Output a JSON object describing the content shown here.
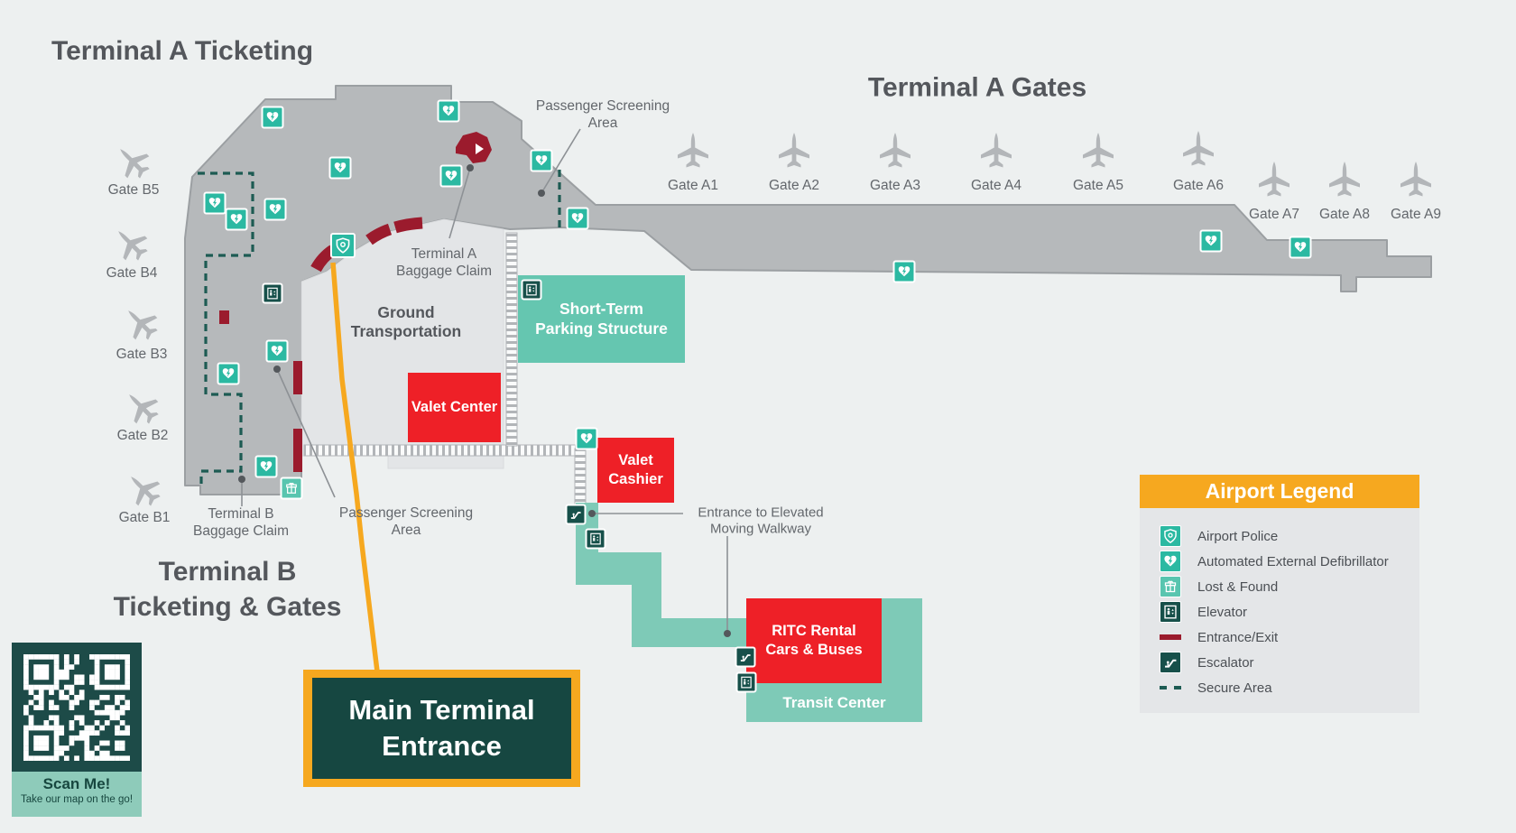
{
  "titles": {
    "terminal_a_ticketing": "Terminal A Ticketing",
    "terminal_a_gates": "Terminal A Gates",
    "terminal_b_line1": "Terminal B",
    "terminal_b_line2": "Ticketing & Gates"
  },
  "labels": {
    "screening_a_line1": "Passenger Screening",
    "screening_a_line2": "Area",
    "screening_b_line1": "Passenger Screening",
    "screening_b_line2": "Area",
    "baggage_a_line1": "Terminal A",
    "baggage_a_line2": "Baggage Claim",
    "baggage_b_line1": "Terminal B",
    "baggage_b_line2": "Baggage Claim",
    "ground_line1": "Ground",
    "ground_line2": "Transportation",
    "walkway_line1": "Entrance to Elevated",
    "walkway_line2": "Moving Walkway"
  },
  "boxes": {
    "valet_center": "Valet Center",
    "valet_cashier_line1": "Valet",
    "valet_cashier_line2": "Cashier",
    "ritc_line1": "RITC Rental",
    "ritc_line2": "Cars & Buses",
    "transit_center": "Transit Center",
    "parking_line1": "Short-Term",
    "parking_line2": "Parking Structure",
    "entrance_line1": "Main Terminal",
    "entrance_line2": "Entrance"
  },
  "gates_a": [
    "Gate A1",
    "Gate A2",
    "Gate A3",
    "Gate A4",
    "Gate A5",
    "Gate A6",
    "Gate A7",
    "Gate A8",
    "Gate A9"
  ],
  "gates_b": [
    "Gate B5",
    "Gate B4",
    "Gate B3",
    "Gate B2",
    "Gate B1"
  ],
  "legend": {
    "title": "Airport Legend",
    "items": [
      {
        "icon": "police-icon",
        "label": "Airport Police"
      },
      {
        "icon": "aed-icon",
        "label": "Automated External Defibrillator"
      },
      {
        "icon": "lostfound-icon",
        "label": "Lost & Found"
      },
      {
        "icon": "elevator-icon",
        "label": "Elevator"
      },
      {
        "icon": "entrance-exit-swatch",
        "label": "Entrance/Exit"
      },
      {
        "icon": "escalator-icon",
        "label": "Escalator"
      },
      {
        "icon": "secure-area-swatch",
        "label": "Secure Area"
      }
    ]
  },
  "qr": {
    "line1": "Scan Me!",
    "line2": "Take our map on the go!"
  },
  "colors": {
    "background": "#edf0f0",
    "building_gray": "#b6b9bb",
    "ground_transport_gray": "#e3e5e7",
    "teal_icon": "#2bb9a2",
    "teal_lostfound": "#58c5af",
    "teal_dark": "#17504a",
    "teal_walkway": "#7ecab7",
    "teal_parking": "#65c6b0",
    "red": "#ee2027",
    "dark_red": "#9b1b2d",
    "accent_orange": "#f6a81f",
    "secure_dash": "#1d5b53"
  }
}
